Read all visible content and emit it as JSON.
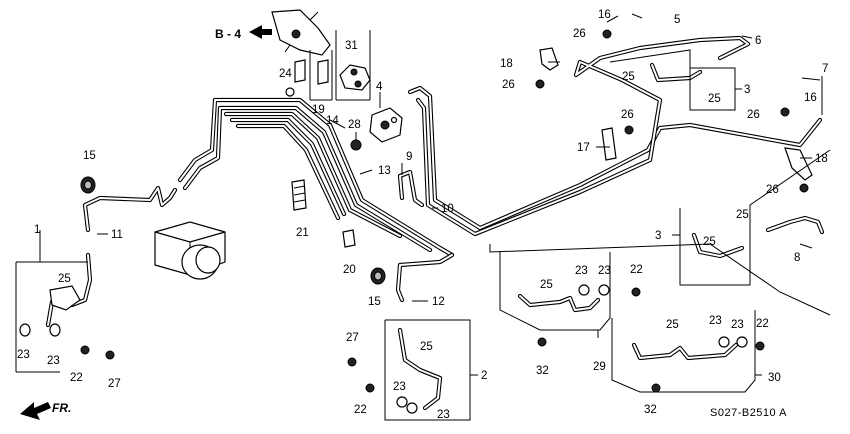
{
  "diagram": {
    "drawing_code": "S027-B2510 A",
    "reference": "B - 4",
    "front_label": "FR.",
    "callouts": {
      "c1": "1",
      "c2": "2",
      "c3a": "3",
      "c3b": "3",
      "c4": "4",
      "c5": "5",
      "c6": "6",
      "c7": "7",
      "c8": "8",
      "c9": "9",
      "c10": "10",
      "c11": "11",
      "c12": "12",
      "c13": "13",
      "c14": "14",
      "c15a": "15",
      "c15b": "15",
      "c16a": "16",
      "c16b": "16",
      "c17": "17",
      "c18a": "18",
      "c18b": "18",
      "c19": "19",
      "c20": "20",
      "c21": "21",
      "c22a": "22",
      "c22b": "22",
      "c22c": "22",
      "c22d": "22",
      "c23a": "23",
      "c23b": "23",
      "c23c": "23",
      "c23d": "23",
      "c23e": "23",
      "c23f": "23",
      "c23g": "23",
      "c23h": "23",
      "c24": "24",
      "c25a": "25",
      "c25b": "25",
      "c25c": "25",
      "c25d": "25",
      "c25e": "25",
      "c25f": "25",
      "c25g": "25",
      "c25h": "25",
      "c26a": "26",
      "c26b": "26",
      "c26c": "26",
      "c26d": "26",
      "c26e": "26",
      "c27a": "27",
      "c27b": "27",
      "c28": "28",
      "c29": "29",
      "c30": "30",
      "c31": "31",
      "c32a": "32",
      "c32b": "32"
    }
  }
}
